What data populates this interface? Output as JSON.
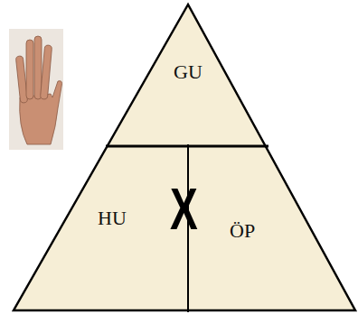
{
  "diagram": {
    "nodes": [
      {
        "text": [
          "GU"
        ]
      },
      {
        "text": [
          "HU"
        ]
      },
      {
        "text": [
          "ÖP"
        ]
      }
    ],
    "labels": [
      "X"
    ]
  }
}
